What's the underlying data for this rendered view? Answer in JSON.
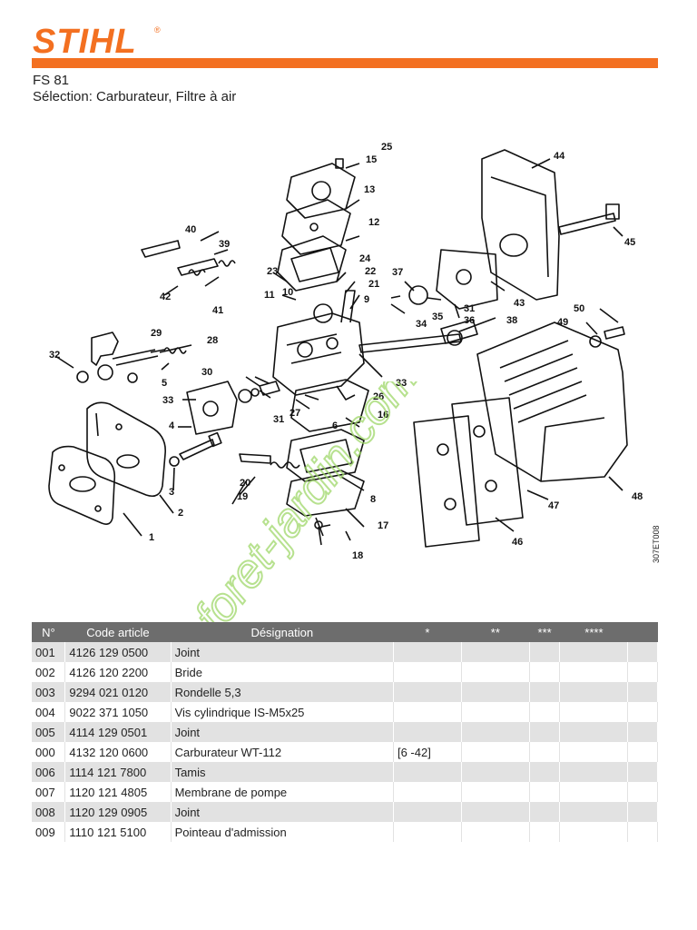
{
  "brand": {
    "name": "STIHL",
    "color": "#f37021"
  },
  "header": {
    "model": "FS 81",
    "selection": "Sélection: Carburateur, Filtre à air"
  },
  "diagram": {
    "callouts": [
      "1",
      "2",
      "3",
      "4",
      "5",
      "6",
      "8",
      "9",
      "10",
      "11",
      "12",
      "13",
      "15",
      "16",
      "17",
      "18",
      "19",
      "20",
      "21",
      "22",
      "23",
      "24",
      "25",
      "26",
      "27",
      "28",
      "29",
      "30",
      "31",
      "31",
      "32",
      "33",
      "33",
      "34",
      "35",
      "36",
      "37",
      "38",
      "39",
      "40",
      "41",
      "42",
      "43",
      "44",
      "45",
      "46",
      "47",
      "48",
      "49",
      "50"
    ],
    "document_code": "307ET008"
  },
  "watermark": {
    "text": "foret-jardin.com",
    "color": "#9fd86a"
  },
  "table": {
    "headers": [
      "N°",
      "Code article",
      "Désignation",
      "*",
      "**",
      "***",
      "****",
      ""
    ],
    "rows": [
      {
        "no": "001",
        "code": "4126 129 0500",
        "designation": "Joint",
        "s1": "",
        "s2": "",
        "s3": "",
        "s4": ""
      },
      {
        "no": "002",
        "code": "4126 120 2200",
        "designation": "Bride",
        "s1": "",
        "s2": "",
        "s3": "",
        "s4": ""
      },
      {
        "no": "003",
        "code": "9294 021 0120",
        "designation": "Rondelle 5,3",
        "s1": "",
        "s2": "",
        "s3": "",
        "s4": ""
      },
      {
        "no": "004",
        "code": "9022 371 1050",
        "designation": "Vis cylindrique IS-M5x25",
        "s1": "",
        "s2": "",
        "s3": "",
        "s4": ""
      },
      {
        "no": "005",
        "code": "4114 129 0501",
        "designation": "Joint",
        "s1": "",
        "s2": "",
        "s3": "",
        "s4": ""
      },
      {
        "no": "000",
        "code": "4132 120 0600",
        "designation": "Carburateur WT-112",
        "s1": "[6 -42]",
        "s2": "",
        "s3": "",
        "s4": ""
      },
      {
        "no": "006",
        "code": "1114 121 7800",
        "designation": "Tamis",
        "s1": "",
        "s2": "",
        "s3": "",
        "s4": ""
      },
      {
        "no": "007",
        "code": "1120 121 4805",
        "designation": "Membrane de pompe",
        "s1": "",
        "s2": "",
        "s3": "",
        "s4": ""
      },
      {
        "no": "008",
        "code": "1120 129 0905",
        "designation": "Joint",
        "s1": "",
        "s2": "",
        "s3": "",
        "s4": ""
      },
      {
        "no": "009",
        "code": "1110 121 5100",
        "designation": "Pointeau d'admission",
        "s1": "",
        "s2": "",
        "s3": "",
        "s4": ""
      }
    ]
  }
}
